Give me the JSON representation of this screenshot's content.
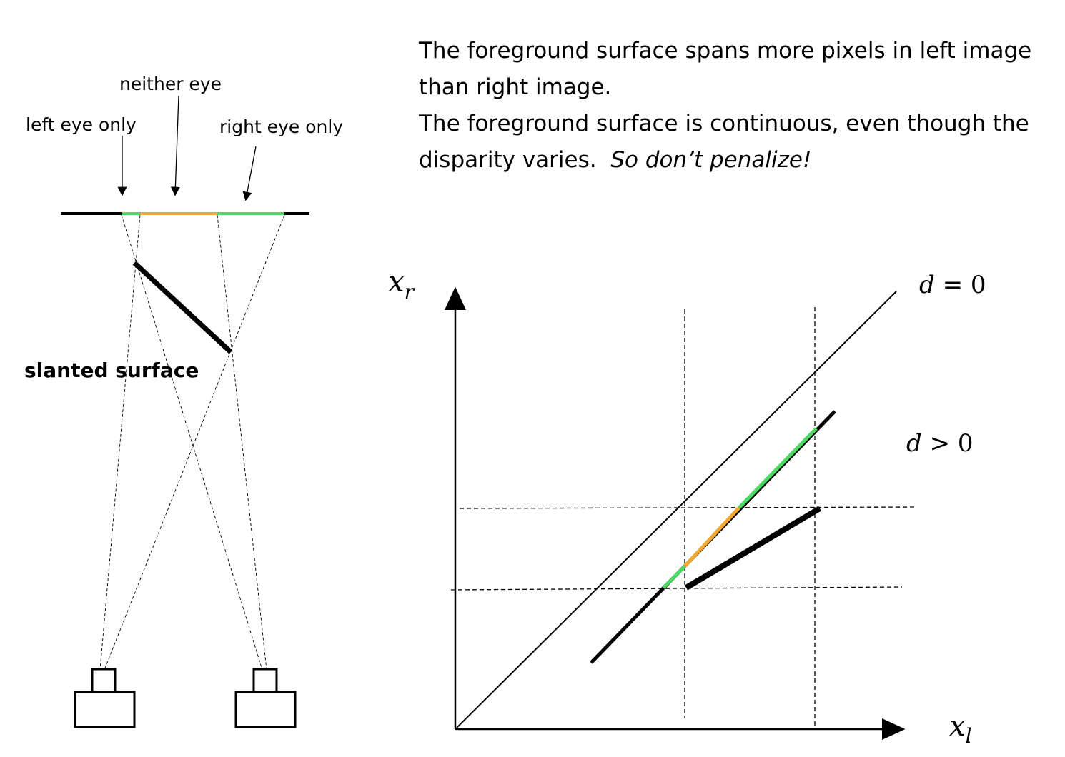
{
  "description": {
    "line1": "The foreground surface spans more pixels in left image than right image.",
    "line2_plain": "The foreground surface is continuous,  even though the disparity varies.",
    "line2_emphasis": "So don’t penalize!"
  },
  "left_diagram": {
    "labels": {
      "neither_eye": "neither eye",
      "left_eye_only": "left eye only",
      "right_eye_only": "right eye only",
      "slanted_surface": "slanted surface"
    }
  },
  "right_diagram": {
    "axes": {
      "y_label": {
        "base": "x",
        "sub": "r"
      },
      "x_label": {
        "base": "x",
        "sub": "l"
      }
    },
    "annotations": {
      "d_zero": {
        "var": "d",
        "rest": " = 0"
      },
      "d_pos": {
        "var": "d",
        "rest": " > 0"
      }
    }
  },
  "colors": {
    "ink": "#000000",
    "occluded_green": "#4cd964",
    "both_visible_orange": "#f0a830"
  }
}
